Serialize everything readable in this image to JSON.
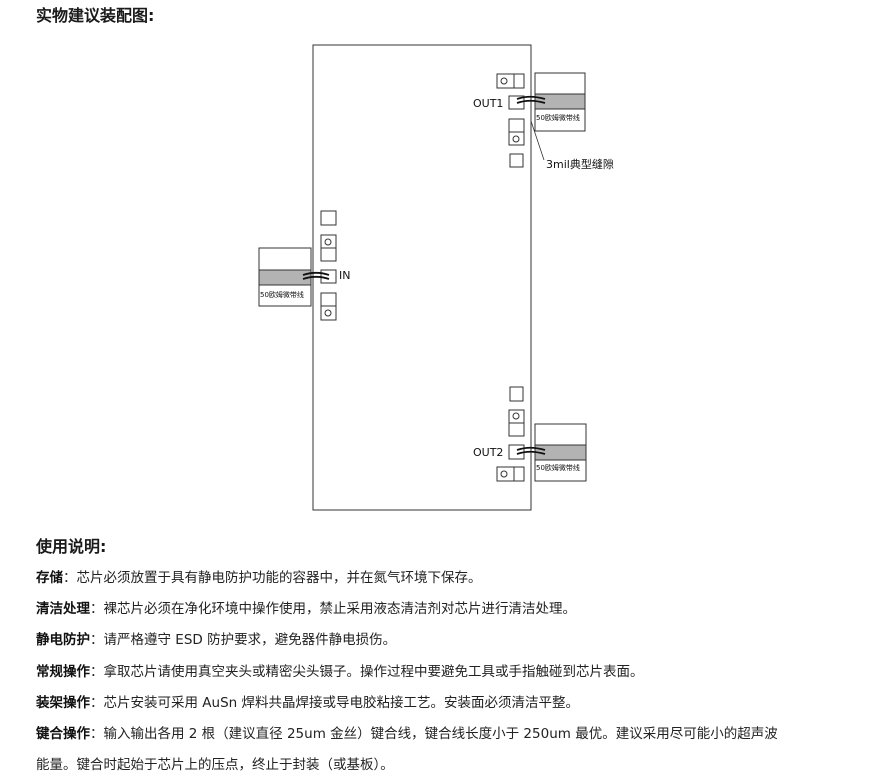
{
  "assembly": {
    "title": "实物建议装配图:",
    "port_labels": {
      "out1": "OUT1",
      "in": "IN",
      "out2": "OUT2"
    },
    "board_label": "50欧姆微带线",
    "gap_label": "3mil典型缝隙"
  },
  "instructions": {
    "title": "使用说明:",
    "items": [
      {
        "label": "存储",
        "text": "：芯片必须放置于具有静电防护功能的容器中，并在氮气环境下保存。"
      },
      {
        "label": "清洁处理",
        "text": "：裸芯片必须在净化环境中操作使用，禁止采用液态清洁剂对芯片进行清洁处理。"
      },
      {
        "label": "静电防护",
        "text": "：请严格遵守 ESD 防护要求，避免器件静电损伤。"
      },
      {
        "label": "常规操作",
        "text": "：拿取芯片请使用真空夹头或精密尖头镊子。操作过程中要避免工具或手指触碰到芯片表面。"
      },
      {
        "label": "装架操作",
        "text": "：芯片安装可采用 AuSn 焊料共晶焊接或导电胶粘接工艺。安装面必须清洁平整。"
      },
      {
        "label": "键合操作",
        "text": "：输入输出各用 2 根（建议直径 25um 金丝）键合线，键合线长度小于 250um 最优。建议采用尽可能小的超声波"
      },
      {
        "label": "",
        "text": "能量。键合时起始于芯片上的压点，终止于封装（或基板）。"
      }
    ]
  }
}
